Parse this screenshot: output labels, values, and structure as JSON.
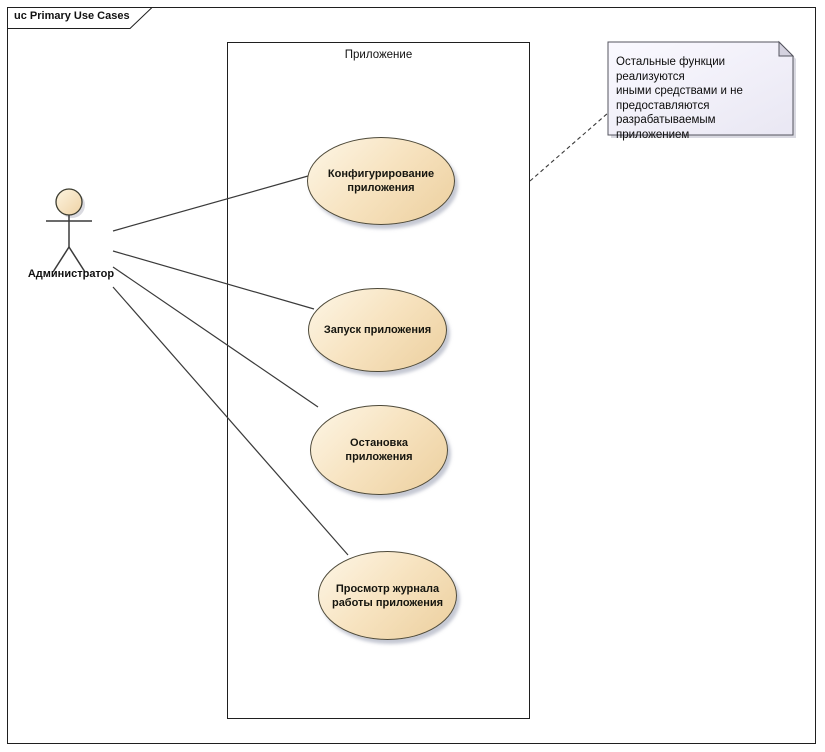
{
  "frame": {
    "label": "uc Primary Use Cases"
  },
  "system_boundary": {
    "label": "Приложение"
  },
  "actor": {
    "label": "Администратор"
  },
  "use_cases": [
    {
      "id": "configure",
      "lines": [
        "Конфигурирование",
        "приложения"
      ]
    },
    {
      "id": "start",
      "lines": [
        "Запуск приложения"
      ]
    },
    {
      "id": "stop",
      "lines": [
        "Остановка",
        "приложения"
      ]
    },
    {
      "id": "view-log",
      "lines": [
        "Просмотр журнала",
        "работы приложения"
      ]
    }
  ],
  "note": {
    "lines": [
      "Остальные функции реализуются",
      "иными средствами и не",
      "предоставляются",
      "разрабатываемым приложением"
    ]
  },
  "connections": [
    {
      "from": "Администратор",
      "to": "Конфигурирование приложения",
      "type": "association"
    },
    {
      "from": "Администратор",
      "to": "Запуск приложения",
      "type": "association"
    },
    {
      "from": "Администратор",
      "to": "Остановка приложения",
      "type": "association"
    },
    {
      "from": "Администратор",
      "to": "Просмотр журнала работы приложения",
      "type": "association"
    },
    {
      "from": "Остальные функции реализуются иными средствами и не предоставляются разрабатываемым приложением",
      "to": "Приложение",
      "type": "note-anchor"
    }
  ],
  "colors": {
    "ellipse_fill_light": "#fdf6e6",
    "ellipse_fill_dark": "#eccf9e",
    "ellipse_border": "#4e4a3a",
    "note_fill_light": "#faf9ff",
    "note_fill_dark": "#e9e7f3",
    "connector": "#3a3a3a",
    "frame_border": "#1f1f1f",
    "background": "#ffffff"
  }
}
